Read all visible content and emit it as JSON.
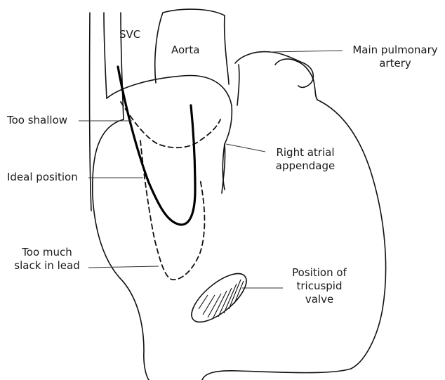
{
  "labels": {
    "svc": "SVC",
    "aorta": "Aorta",
    "main_pulmonary_line1": "Main pulmonary",
    "main_pulmonary_line2": "artery",
    "too_shallow": "Too shallow",
    "right_atrial_line1": "Right atrial",
    "right_atrial_line2": "appendage",
    "ideal_position": "Ideal position",
    "too_much_line1": "Too much",
    "too_much_line2": "slack in lead",
    "tricuspid_line1": "Position of",
    "tricuspid_line2": "tricuspid",
    "tricuspid_line3": "valve"
  }
}
